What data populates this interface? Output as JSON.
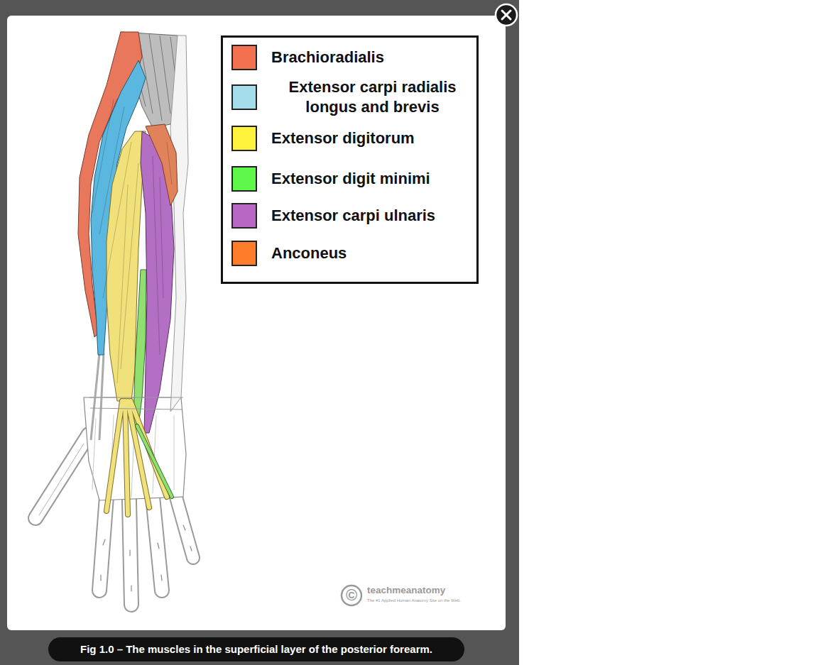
{
  "diagram": {
    "caption": "Fig 1.0 – The muscles in the superficial layer of the posterior forearm.",
    "labels": [
      "©",
      "teachmeanatomy",
      "The #1 Applied Human Anatomy Site on the Web."
    ],
    "legend": [
      {
        "text": "Brachioradialis",
        "color": "#f4714f"
      },
      {
        "text": "Extensor carpi radialis longus and brevis",
        "color": "#a5dcea"
      },
      {
        "text": "Extensor digitorum",
        "color": "#fff23c"
      },
      {
        "text": "Extensor digit minimi",
        "color": "#5ef74a"
      },
      {
        "text": "Extensor carpi ulnaris",
        "color": "#b967c5"
      },
      {
        "text": "Anconeus",
        "color": "#fd7d2b"
      }
    ]
  }
}
